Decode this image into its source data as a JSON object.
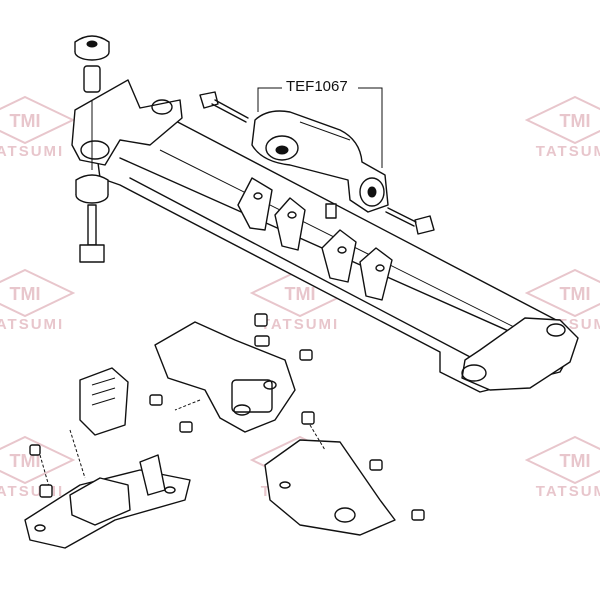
{
  "part_number": "TEF1067",
  "watermark": {
    "logo_text": "TMI",
    "brand_text": "TATSUMI",
    "color": "#e8c6cc"
  }
}
